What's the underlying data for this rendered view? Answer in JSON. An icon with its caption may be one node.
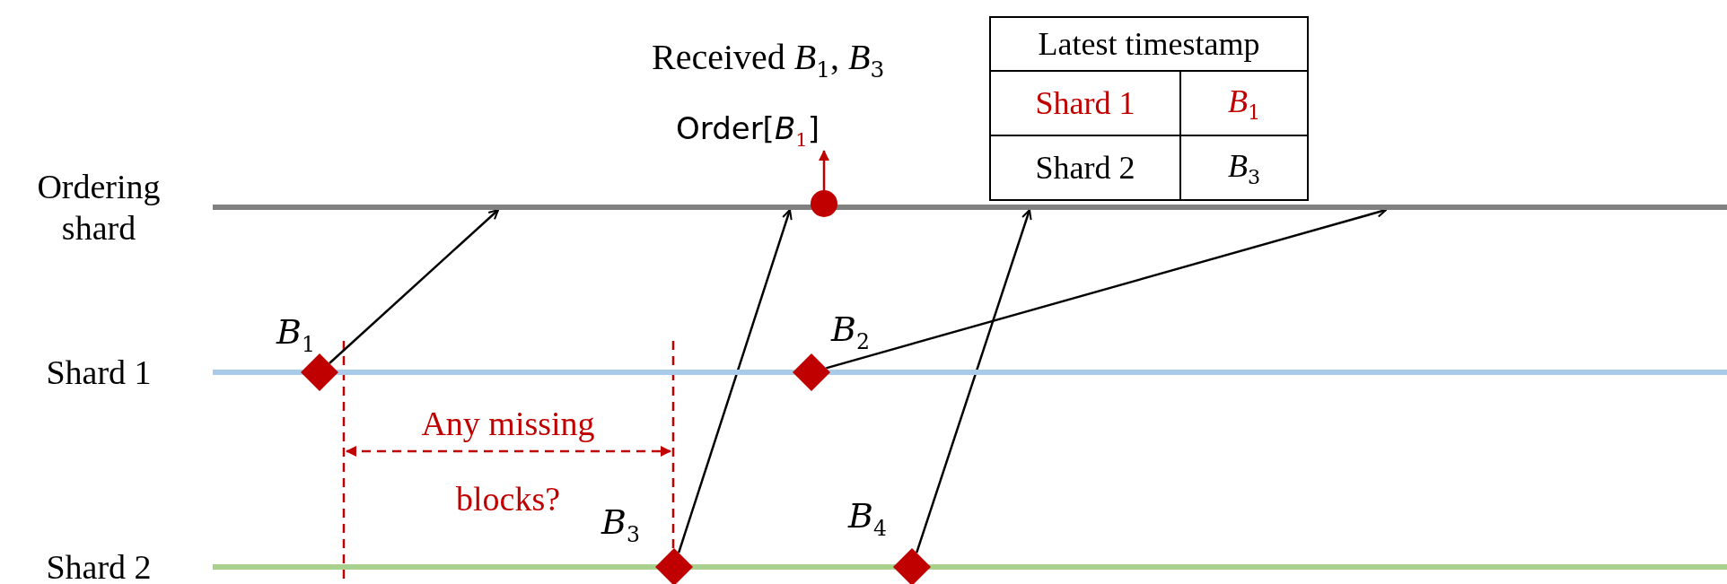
{
  "diagram": {
    "nodes": [
      {
        "text": [],
        "shape": "bar",
        "beside": [
          "Ordering shard"
        ]
      },
      {
        "text": [],
        "shape": "bar",
        "beside": [
          "Shard 1"
        ]
      },
      {
        "text": [],
        "shape": "bar",
        "beside": [
          "Shard 2"
        ]
      },
      {
        "text": [],
        "shape": "diamond",
        "beside": [
          "*B*$_{1}$"
        ]
      },
      {
        "text": [],
        "shape": "diamond",
        "beside": [
          "*B*$_{2}$"
        ]
      },
      {
        "text": [],
        "shape": "diamond",
        "beside": [
          "*B*$_{3}$"
        ]
      },
      {
        "text": [],
        "shape": "diamond",
        "beside": [
          "*B*$_{4}$"
        ]
      },
      {
        "text": [],
        "shape": "circle"
      },
      {
        "text": [
          "Order[*B*$_{1}$]"
        ]
      }
    ],
    "edges": [
      {
        "from": 3,
        "to": 0,
        "arrow": "to"
      },
      {
        "from": 5,
        "to": 0,
        "arrow": "to"
      },
      {
        "from": 6,
        "to": 0,
        "arrow": "to"
      },
      {
        "from": 4,
        "to": 0,
        "arrow": "to"
      },
      {
        "from": 7,
        "to": 8,
        "arrow": "to",
        "color": "#c00000"
      }
    ],
    "labels": [
      "Received *B*$_{1}$, *B*$_{3}$",
      "Latest timestamp",
      "Shard 1",
      "*B*$_{1}$",
      "Shard 2",
      "*B*$_{3}$",
      "Any missing blocks?"
    ]
  }
}
